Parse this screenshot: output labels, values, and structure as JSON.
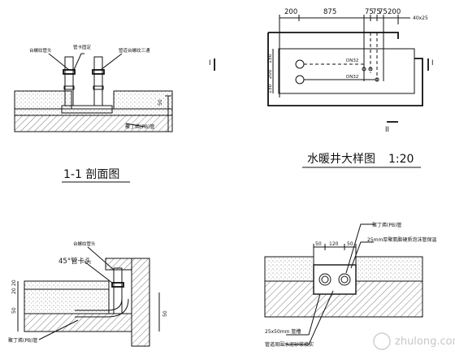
{
  "views": {
    "section11": {
      "title": "1-1  剖面图",
      "dim_label": "50",
      "labels": {
        "left": "台螺纹管头",
        "middle": "管卡固定",
        "right": "管道台螺纹三通",
        "pipe": "聚丁烯(PB)管"
      }
    },
    "plan": {
      "title": "水暖井大样图",
      "scale": "1:20",
      "top_dims": [
        "200",
        "875",
        "75",
        "75",
        "75",
        "200"
      ],
      "side_dims": [
        "150",
        "200",
        "150"
      ],
      "right_note": "40x25",
      "pipe_labels": [
        "DN32",
        "DN32"
      ],
      "section_mark_left": "I",
      "section_mark_right": "I",
      "section_mark_bottom": "II"
    },
    "elbow": {
      "labels": {
        "top": "台螺纹管头",
        "angle": "45°管卡头",
        "pipe": "聚丁烯(PB)管"
      },
      "dims_left": [
        "50",
        "20",
        "20"
      ],
      "dim_right": "50"
    },
    "trench": {
      "labels": {
        "pipe": "聚丁烯(PB)管",
        "cover": "25mm厚聚氨酯硬质泡沫管保温",
        "bottom_left": "25x50mm 管槽",
        "bottom": "管道周围水泥砂浆填实"
      },
      "dims": [
        "50",
        "120",
        "50"
      ]
    }
  },
  "watermark": "zhulong.com"
}
